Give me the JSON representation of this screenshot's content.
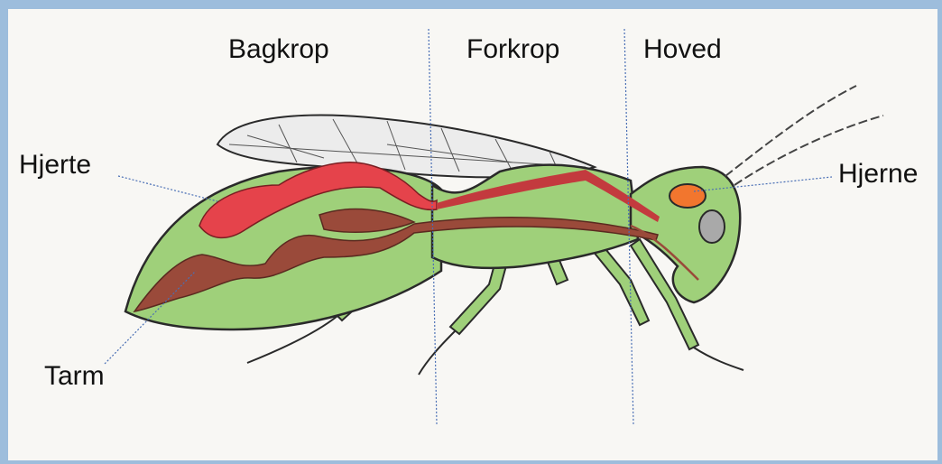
{
  "diagram": {
    "section_labels": {
      "abdomen": "Bagkrop",
      "thorax": "Forkrop",
      "head": "Hoved"
    },
    "organ_labels": {
      "heart": "Hjerte",
      "brain": "Hjerne",
      "gut": "Tarm"
    },
    "colors": {
      "body": "#9fd07a",
      "heart": "#e5434b",
      "gut": "#9a4a3a",
      "brain": "#f2762e",
      "eye": "#a9a9a9",
      "outline": "#2a2a2a",
      "leader_line": "#4a6fb5",
      "frame_border": "#9dbddc"
    }
  }
}
